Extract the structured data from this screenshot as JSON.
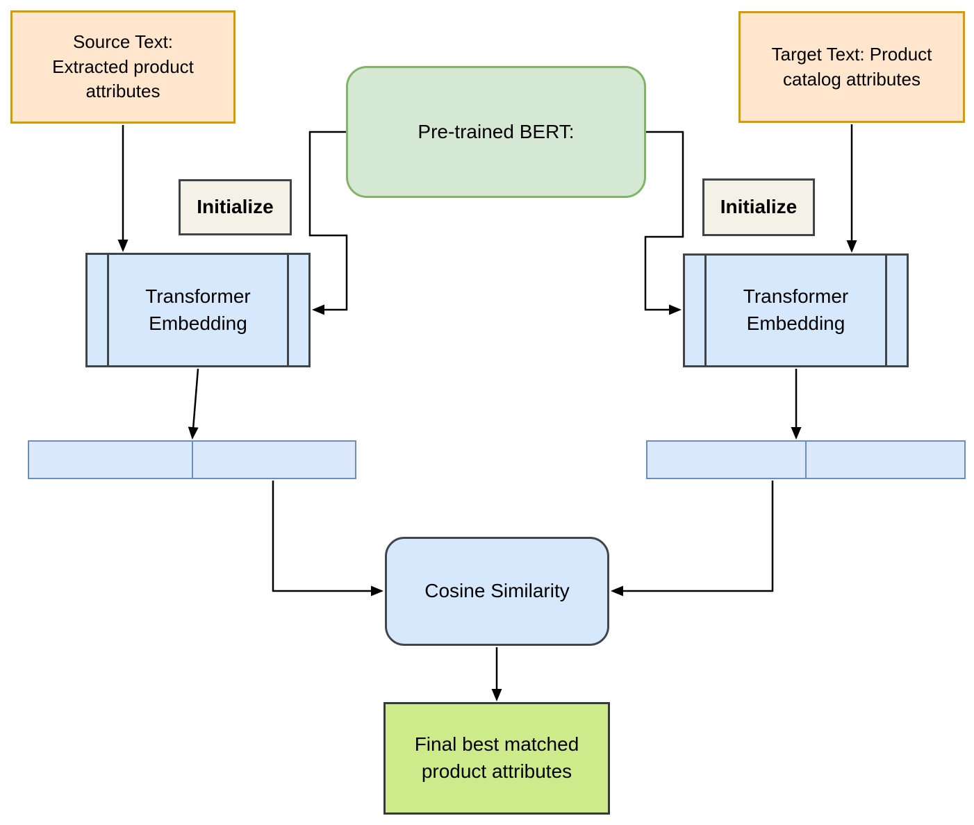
{
  "diagram": {
    "type": "flowchart",
    "background": "#FFFFFF",
    "connector_color": "#000000",
    "nodes": {
      "source_text": {
        "label": "Source Text:\nExtracted product\nattributes",
        "fill": "#FFE6CC",
        "stroke": "#D79B00"
      },
      "target_text": {
        "label": "Target Text: Product\ncatalog attributes",
        "fill": "#FFE6CC",
        "stroke": "#D79B00"
      },
      "pretrained_bert": {
        "label": "Pre-trained BERT:",
        "fill": "#D5E8D4",
        "stroke": "#82B366"
      },
      "initialize_left": {
        "label": "Initialize",
        "fill": "#F4F1E6",
        "stroke": "#3F4449"
      },
      "initialize_right": {
        "label": "Initialize",
        "fill": "#F4F1E6",
        "stroke": "#3F4449"
      },
      "transformer_embedding_left": {
        "label": "Transformer\nEmbedding",
        "fill": "#D6E8FB",
        "stroke": "#3F4449"
      },
      "transformer_embedding_right": {
        "label": "Transformer\nEmbedding",
        "fill": "#D6E8FB",
        "stroke": "#3F4449"
      },
      "embedding_vector_left": {
        "label": "",
        "fill": "#DCE9FC",
        "stroke": "#6C8EBF"
      },
      "embedding_vector_right": {
        "label": "",
        "fill": "#DCE9FC",
        "stroke": "#6C8EBF"
      },
      "cosine_similarity": {
        "label": "Cosine Similarity",
        "fill": "#D6E8FB",
        "stroke": "#40464B"
      },
      "final_output": {
        "label": "Final best matched\nproduct attributes",
        "fill": "#CDEB8B",
        "stroke": "#36393D"
      }
    }
  }
}
